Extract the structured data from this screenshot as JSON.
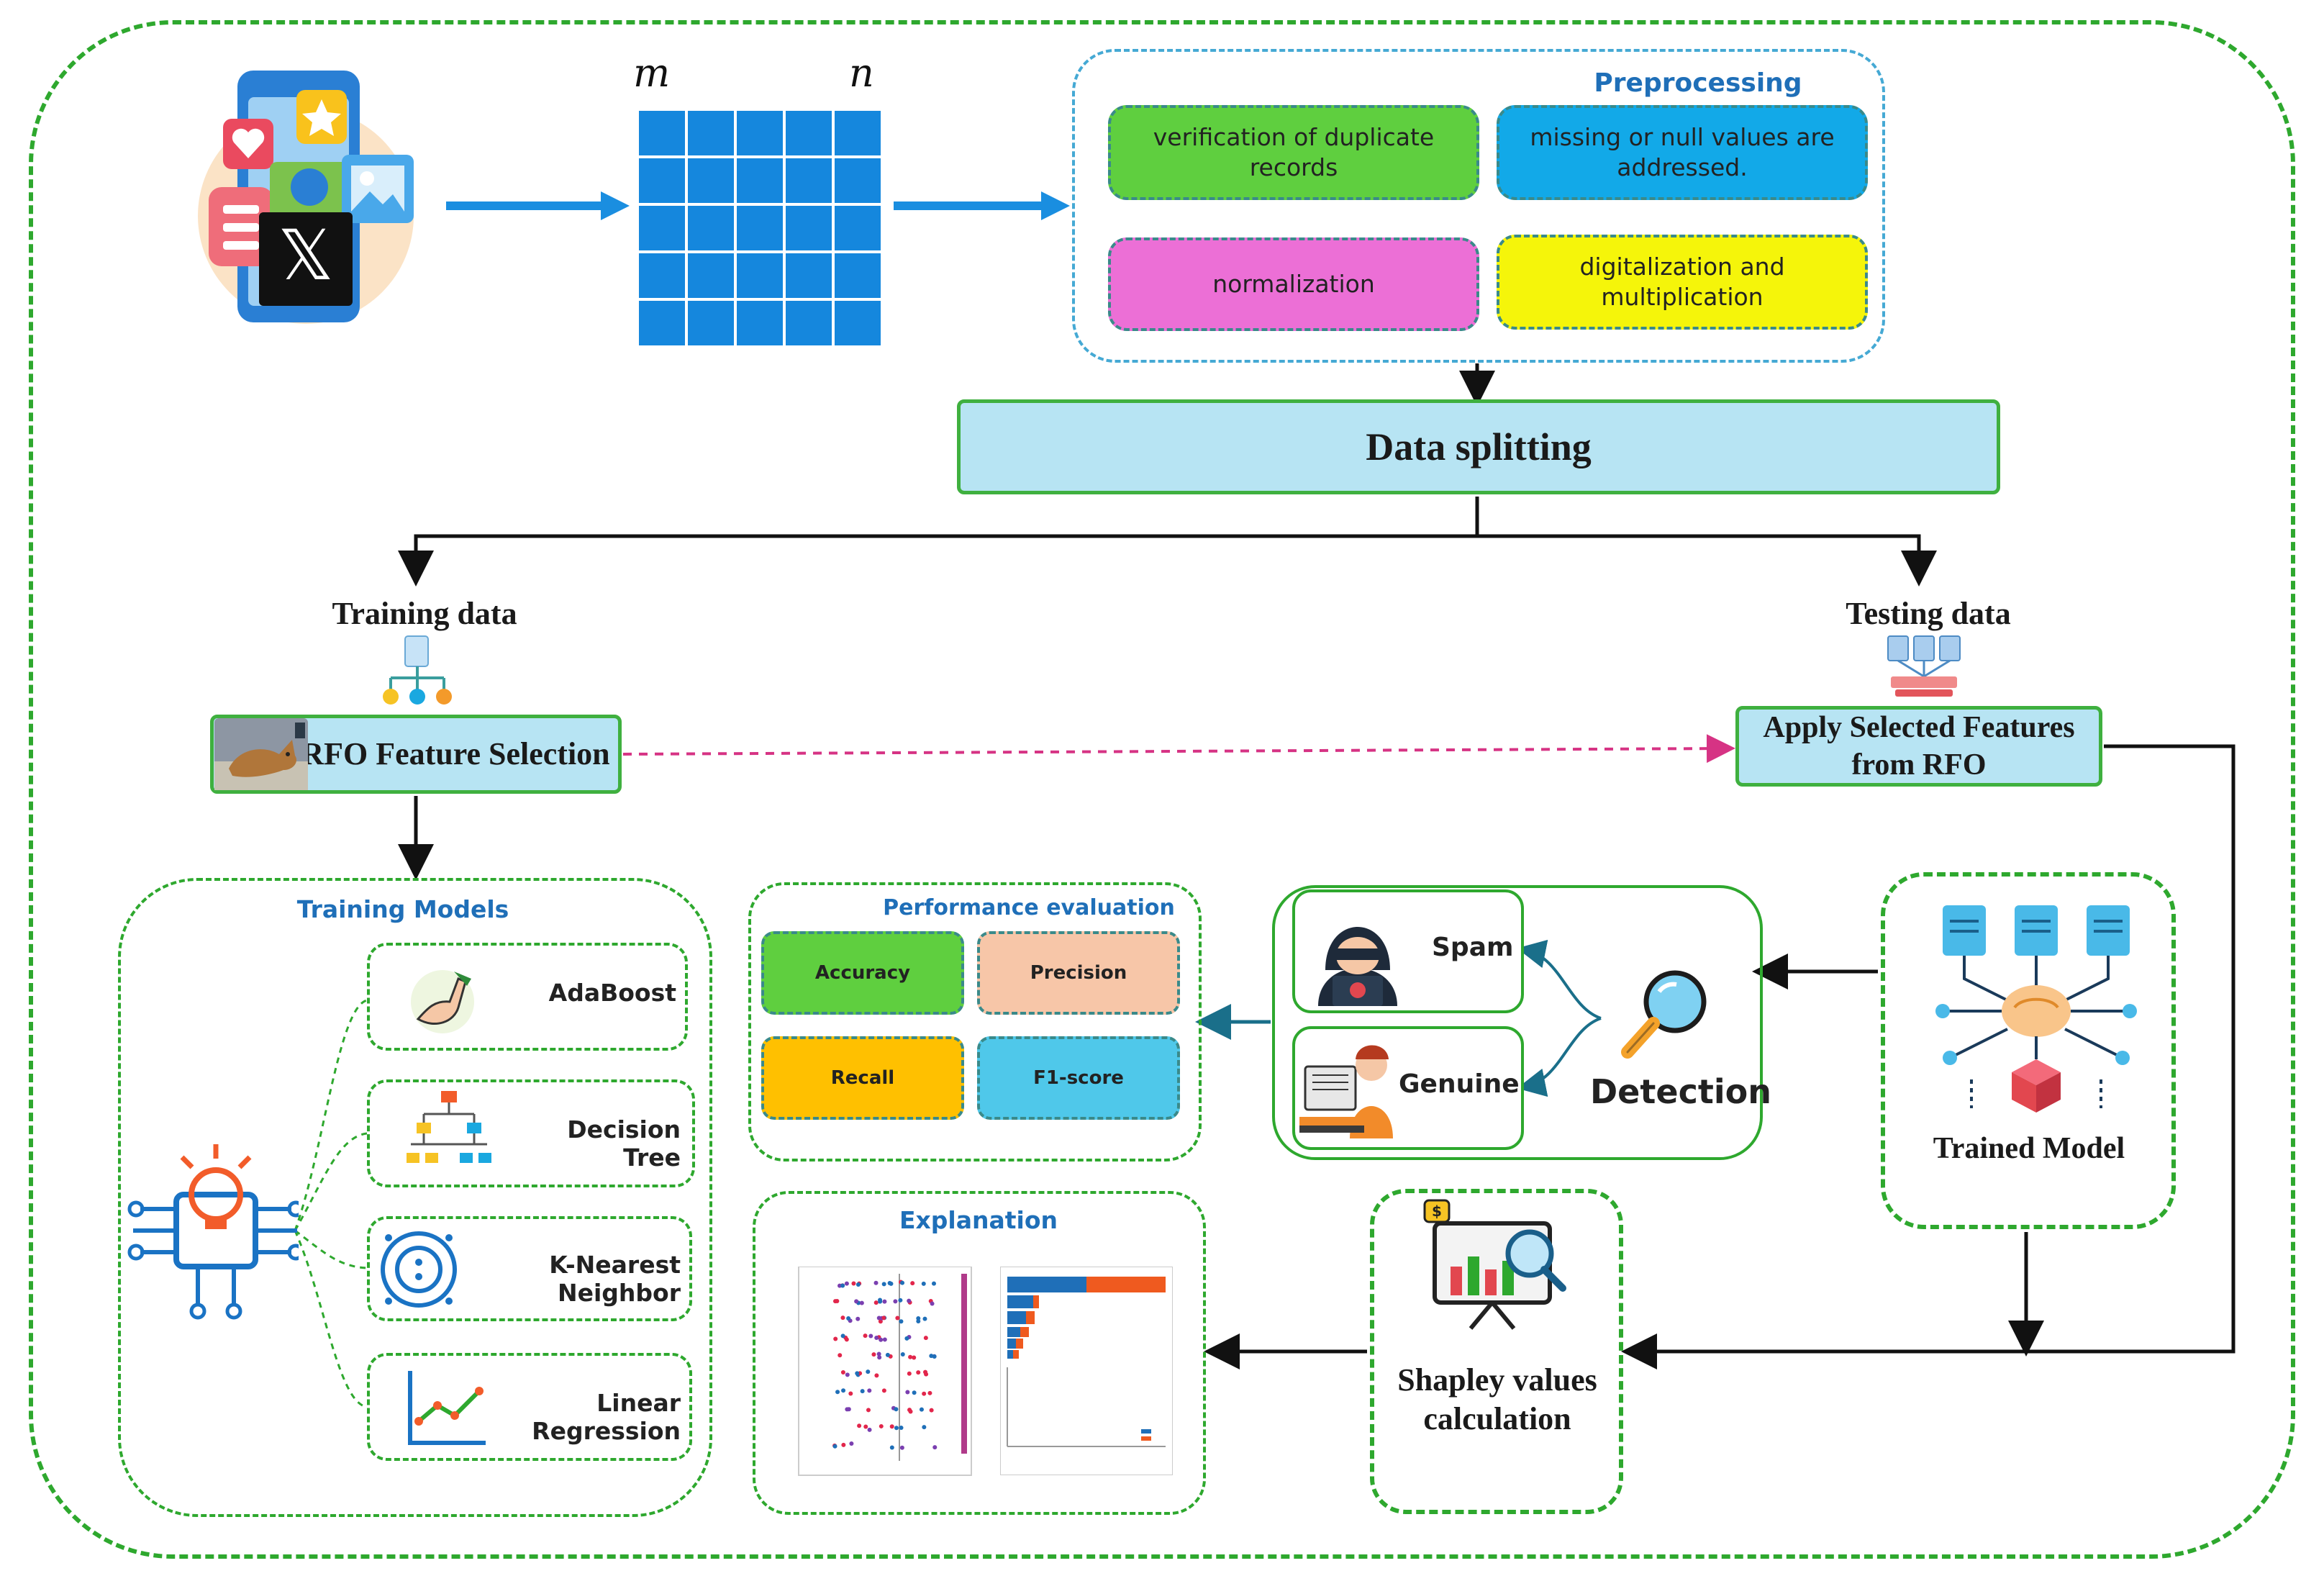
{
  "matrix": {
    "m_label": "m",
    "n_label": "n"
  },
  "preprocessing": {
    "title": "Preprocessing",
    "steps": [
      {
        "label": "verification of duplicate records",
        "color": "#5fcf3f"
      },
      {
        "label": "missing or null values are addressed.",
        "color": "#12a9e8"
      },
      {
        "label": "normalization",
        "color": "#ec6fd6"
      },
      {
        "label": "digitalization and multiplication",
        "color": "#f5f50a"
      }
    ]
  },
  "data_splitting": {
    "label": "Data splitting"
  },
  "training": {
    "label": "Training data",
    "rfo_label": "RFO Feature Selection"
  },
  "testing": {
    "label": "Testing data",
    "apply_label": "Apply Selected Features from RFO"
  },
  "training_models": {
    "title": "Training Models",
    "models": [
      {
        "label": "AdaBoost",
        "icon": "adaboost-icon"
      },
      {
        "label": "Decision Tree",
        "icon": "decision-tree-icon"
      },
      {
        "label": "K-Nearest Neighbor",
        "icon": "knn-icon"
      },
      {
        "label": "Linear Regression",
        "icon": "linear-regression-icon"
      }
    ]
  },
  "performance": {
    "title": "Performance evaluation",
    "metrics": [
      {
        "label": "Accuracy",
        "color": "#5fcf3f"
      },
      {
        "label": "Precision",
        "color": "#f7c6a8"
      },
      {
        "label": "Recall",
        "color": "#ffc000"
      },
      {
        "label": "F1-score",
        "color": "#4fc8ea"
      }
    ]
  },
  "detection": {
    "label": "Detection",
    "spam_label": "Spam",
    "genuine_label": "Genuine"
  },
  "trained_model": {
    "label": "Trained Model"
  },
  "shapley": {
    "label": "Shapley values calculation"
  },
  "explanation": {
    "title": "Explanation"
  },
  "colors": {
    "accent_green": "#2ea82e",
    "accent_blue": "#1f6fb8",
    "light_blue": "#b7e4f3",
    "matrix_blue": "#1587dd"
  }
}
